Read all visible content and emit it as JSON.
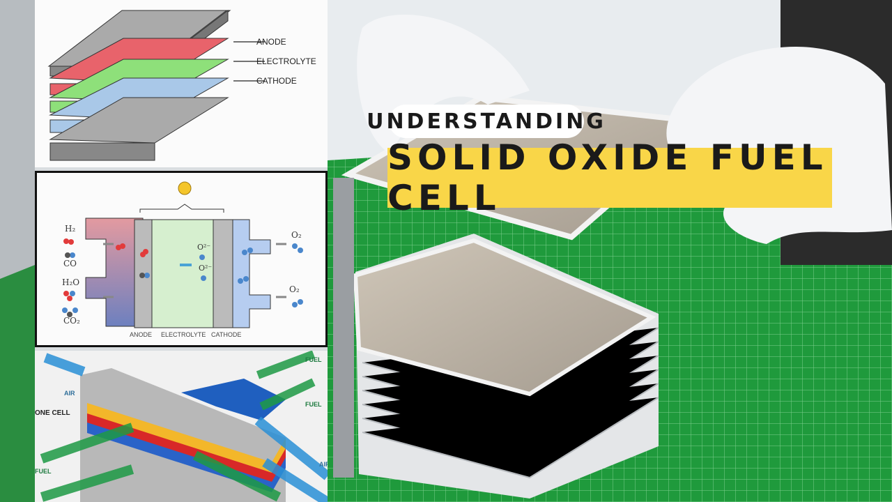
{
  "title": {
    "kicker": "UNDERSTANDING",
    "main": "SOLID OXIDE FUEL CELL"
  },
  "diagram_layers": {
    "anode": "ANODE",
    "electrolyte": "ELECTROLYTE",
    "cathode": "CATHODE"
  },
  "diagram_cell": {
    "h2": "H₂",
    "co": "CO",
    "h2o": "H₂O",
    "co2": "CO₂",
    "o2_in": "O₂",
    "o2_out": "O₂",
    "ion1": "O²⁻",
    "ion2": "O²⁻",
    "anode": "ANODE",
    "electrolyte": "ELECTROLYTE",
    "cathode": "CATHODE"
  },
  "diagram_stack": {
    "air1": "AIR",
    "air2": "AIR",
    "fuel1": "FUEL",
    "fuel2": "FUEL",
    "fuel3": "FUEL",
    "one_cell": "ONE CELL"
  },
  "colors": {
    "banner": "#f9d648",
    "mat": "#1f9a3c",
    "anode": "#e8636b",
    "electrolyte": "#8ee07a",
    "cathode": "#a9c8e8"
  }
}
